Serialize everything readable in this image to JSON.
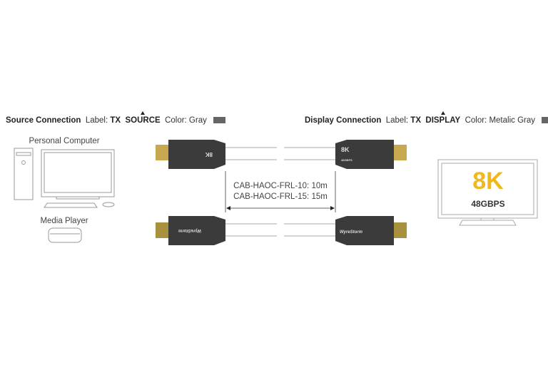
{
  "source": {
    "title": "Source Connection",
    "label_prefix": "Label:",
    "label_tx": "TX",
    "label_name": "SOURCE",
    "color_text": "Color: Gray",
    "swatch_color": "#666666"
  },
  "display": {
    "title": "Display Connection",
    "label_prefix": "Label:",
    "label_tx": "TX",
    "label_name": "DISPLAY",
    "color_text": "Color: Metalic Gray",
    "swatch_color": "#666666"
  },
  "devices": {
    "pc": "Personal Computer",
    "media_player": "Media Player"
  },
  "lengths": {
    "line1": "CAB-HAOC-FRL-10: 10m",
    "line2": "CAB-HAOC-FRL-15: 15m"
  },
  "tv": {
    "big": "8K",
    "sub": "48GBPS"
  },
  "connector": {
    "badge": "8K",
    "badge_sub": "48GBPS",
    "brand": "WyreStorm"
  }
}
